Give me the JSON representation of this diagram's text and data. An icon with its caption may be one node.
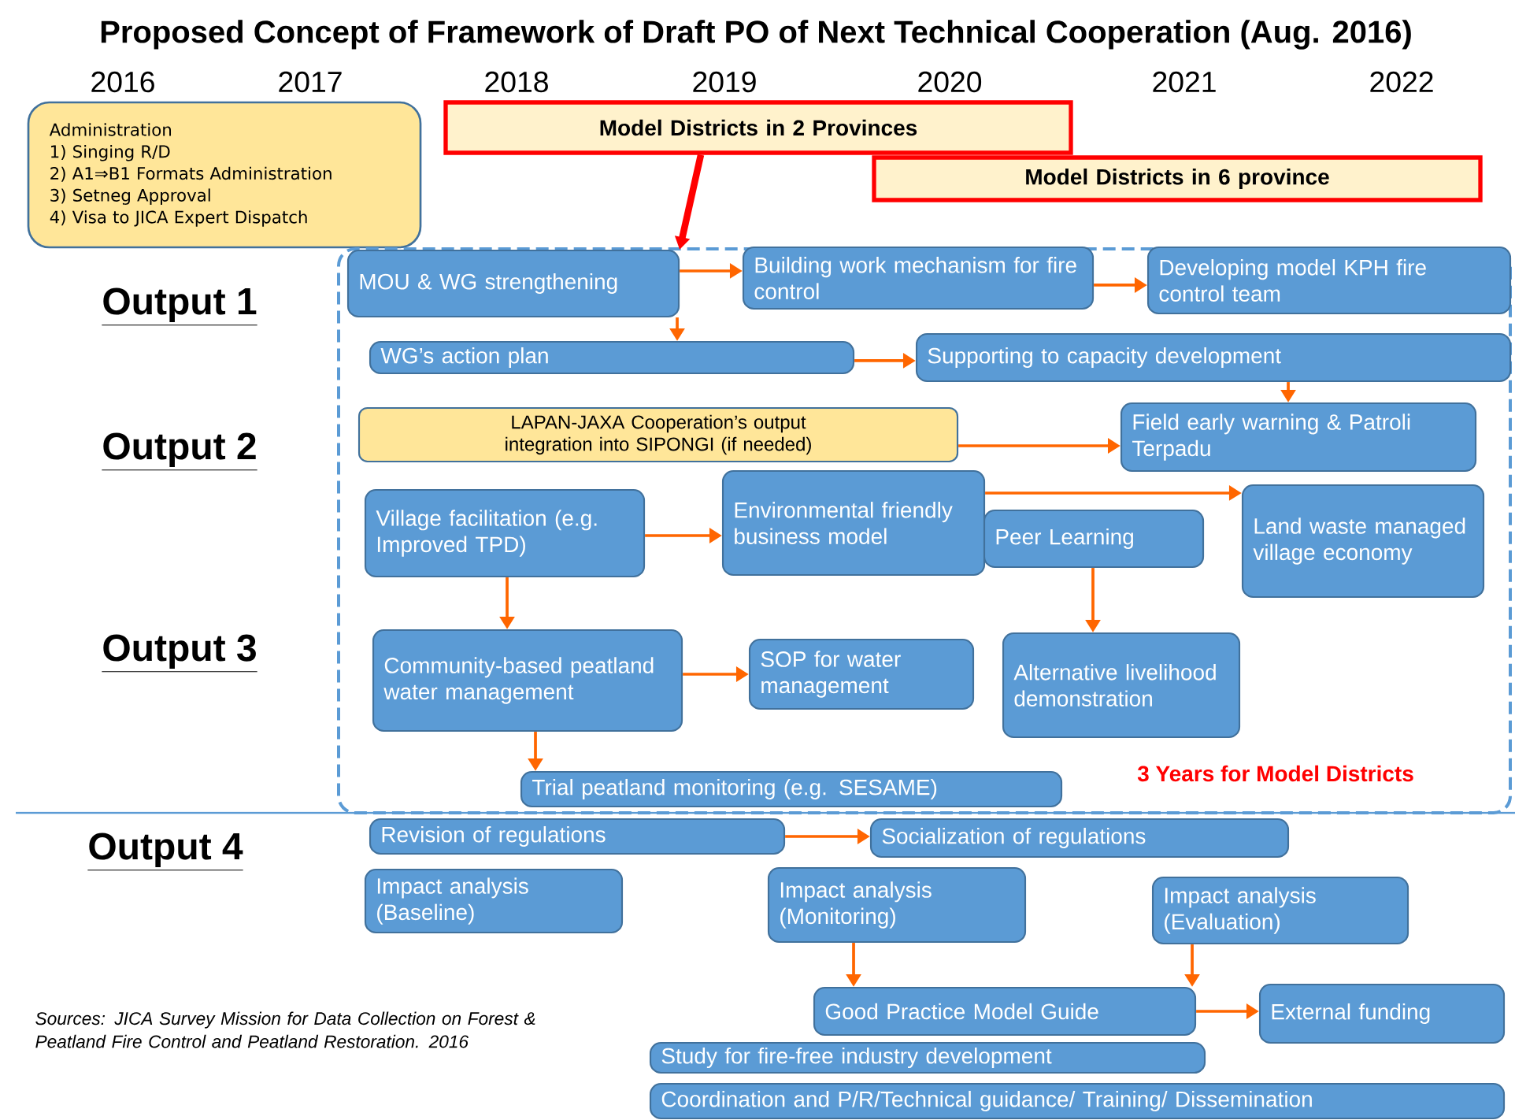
{
  "diagram": {
    "title": "Proposed Concept of Framework of Draft PO of Next Technical Cooperation (Aug. 2016)",
    "nodes": [
      {
        "text": [
          "Administration",
          "1) Singing R/D",
          "2) A1⇒B1 Formats Administration",
          "3) Setneg Approval",
          "4) Visa to JICA Expert Dispatch"
        ]
      },
      {
        "text": [
          "Model Districts in 2 Provinces"
        ]
      },
      {
        "text": [
          "Model Districts in 6 province"
        ]
      },
      {
        "text": [
          "3 Years for Model Districts"
        ]
      },
      {
        "text": [
          "MOU & WG strengthening"
        ],
        "in": 3
      },
      {
        "text": [
          "Building work mechanism for fire control"
        ],
        "in": 3
      },
      {
        "text": [
          "Developing model KPH fire control team"
        ],
        "in": 3
      },
      {
        "text": [
          "WG’s action plan"
        ],
        "in": 3
      },
      {
        "text": [
          "Supporting to capacity development"
        ],
        "in": 3
      },
      {
        "text": [
          "LAPAN-JAXA Cooperation’s output integration into SIPONGI (if needed)"
        ],
        "in": 3
      },
      {
        "text": [
          "Field early warning & Patroli Terpadu"
        ],
        "in": 3
      },
      {
        "text": [
          "Village facilitation (e.g. Improved TPD)"
        ],
        "in": 3
      },
      {
        "text": [
          "Environmental friendly business model"
        ],
        "in": 3
      },
      {
        "text": [
          "Peer Learning"
        ],
        "in": 3
      },
      {
        "text": [
          "Land waste managed village economy"
        ],
        "in": 3
      },
      {
        "text": [
          "Community-based peatland water management"
        ],
        "in": 3
      },
      {
        "text": [
          "SOP for water management"
        ],
        "in": 3
      },
      {
        "text": [
          "Alternative livelihood demonstration"
        ],
        "in": 3
      },
      {
        "text": [
          "Trial peatland monitoring (e.g. SESAME)"
        ],
        "in": 3
      },
      {
        "text": [
          "Revision of regulations"
        ]
      },
      {
        "text": [
          "Socialization of regulations"
        ]
      },
      {
        "text": [
          "Impact analysis (Baseline)"
        ]
      },
      {
        "text": [
          "Impact analysis (Monitoring)"
        ]
      },
      {
        "text": [
          "Impact analysis (Evaluation)"
        ]
      },
      {
        "text": [
          "Good Practice Model Guide"
        ]
      },
      {
        "text": [
          "External funding"
        ]
      },
      {
        "text": [
          "Study for fire-free industry development"
        ]
      },
      {
        "text": [
          "Coordination and P/R/Technical guidance/ Training/ Dissemination"
        ]
      }
    ],
    "edges": [
      {
        "from": 1,
        "to": 4,
        "arrow": "to",
        "style": "thick",
        "color": "#ff0000"
      },
      {
        "from": 4,
        "to": 5,
        "arrow": "to"
      },
      {
        "from": 4,
        "to": 7,
        "arrow": "to"
      },
      {
        "from": 5,
        "to": 6,
        "arrow": "to"
      },
      {
        "from": 7,
        "to": 8,
        "arrow": "to"
      },
      {
        "from": 8,
        "to": 10,
        "arrow": "to"
      },
      {
        "from": 9,
        "to": 10,
        "arrow": "to"
      },
      {
        "from": 11,
        "to": 12,
        "arrow": "to"
      },
      {
        "from": 11,
        "to": 15,
        "arrow": "to"
      },
      {
        "from": 12,
        "to": 14,
        "arrow": "to"
      },
      {
        "from": 13,
        "to": 17,
        "arrow": "to"
      },
      {
        "from": 15,
        "to": 16,
        "arrow": "to"
      },
      {
        "from": 15,
        "to": 18,
        "arrow": "to"
      },
      {
        "from": 19,
        "to": 20,
        "arrow": "to"
      },
      {
        "from": 22,
        "to": 24,
        "arrow": "to"
      },
      {
        "from": 23,
        "to": 24,
        "arrow": "to"
      },
      {
        "from": 24,
        "to": 25,
        "arrow": "to"
      }
    ],
    "labels": [
      "2016",
      "2017",
      "2018",
      "2019",
      "2020",
      "2021",
      "2022",
      "Output 1",
      "Output 2",
      "Output 3",
      "Output 4",
      "Sources: JICA Survey Mission for Data Collection on Forest & Peatland Fire Control and Peatland Restoration. 2016"
    ]
  }
}
